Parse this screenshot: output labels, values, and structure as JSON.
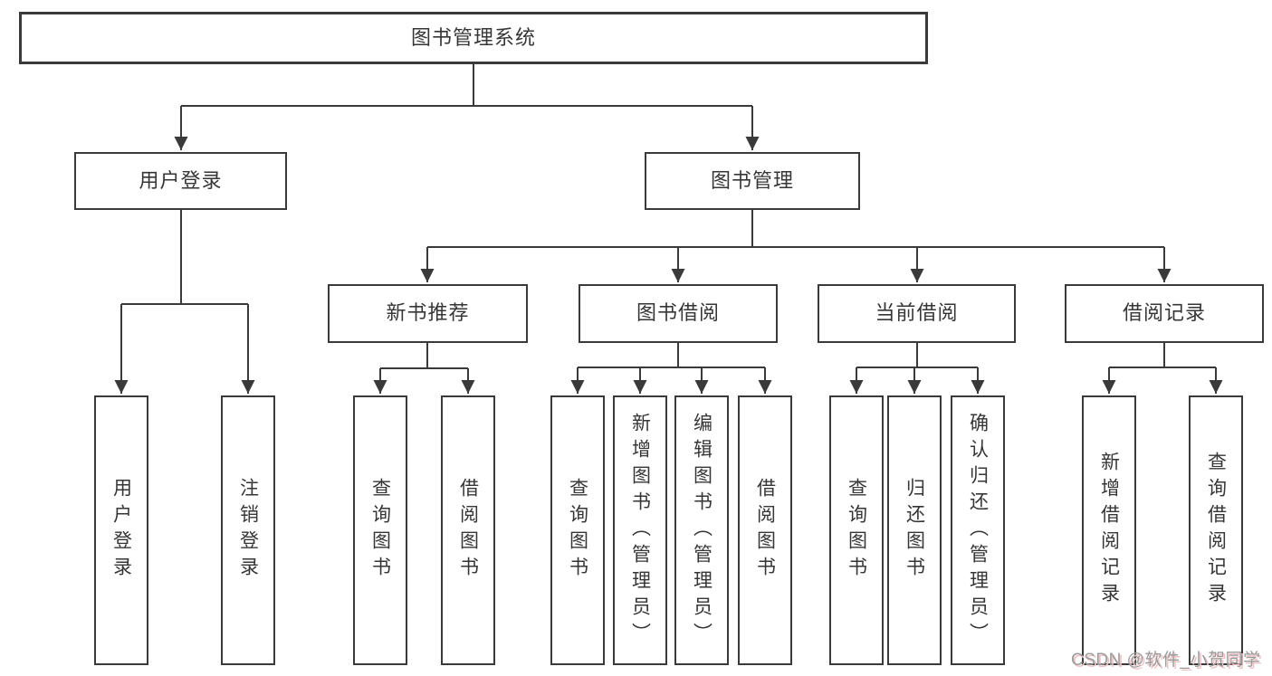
{
  "diagram": {
    "root": "图书管理系统",
    "branches": {
      "user": {
        "label": "用户登录",
        "leaves": [
          "用户登录",
          "注销登录"
        ]
      },
      "book": {
        "label": "图书管理",
        "groups": [
          {
            "label": "新书推荐",
            "leaves": [
              "查询图书",
              "借阅图书"
            ]
          },
          {
            "label": "图书借阅",
            "leaves": [
              "查询图书",
              "新增图书（管理员）",
              "编辑图书（管理员）",
              "借阅图书"
            ]
          },
          {
            "label": "当前借阅",
            "leaves": [
              "查询图书",
              "归还图书",
              "确认归还（管理员）"
            ]
          },
          {
            "label": "借阅记录",
            "leaves": [
              "新增借阅记录",
              "查询借阅记录"
            ]
          }
        ]
      }
    }
  },
  "watermark": "CSDN @软件_小贺同学",
  "colors": {
    "line": "#3a3a3a",
    "text": "#363636",
    "bg": "#ffffff",
    "wm": "#9b9b9b",
    "wm-shadow": "#eec2c5"
  }
}
